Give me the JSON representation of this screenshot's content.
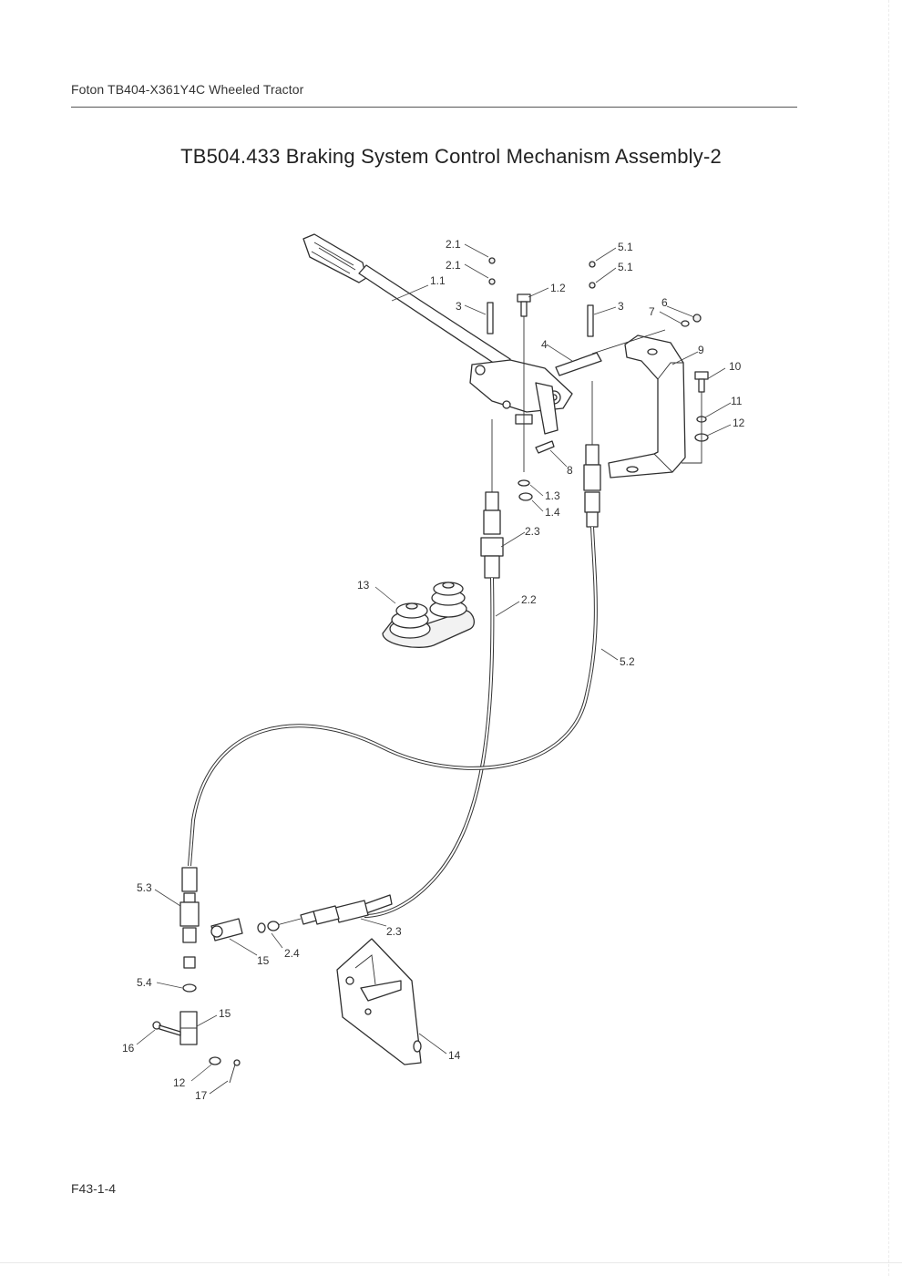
{
  "header": {
    "doc_title": "Foton TB404-X361Y4C Wheeled Tractor"
  },
  "title": "TB504.433  Braking System Control Mechanism Assembly-2",
  "footer": {
    "page_code": "F43-1-4"
  },
  "callouts": {
    "c_2_1_a": "2.1",
    "c_2_1_b": "2.1",
    "c_1_1": "1.1",
    "c_1_2": "1.2",
    "c_3_a": "3",
    "c_3_b": "3",
    "c_4": "4",
    "c_5_1_a": "5.1",
    "c_5_1_b": "5.1",
    "c_6": "6",
    "c_7": "7",
    "c_9": "9",
    "c_10": "10",
    "c_11": "11",
    "c_12_a": "12",
    "c_8": "8",
    "c_1_3": "1.3",
    "c_1_4": "1.4",
    "c_2_3_a": "2.3",
    "c_13": "13",
    "c_2_2": "2.2",
    "c_5_2": "5.2",
    "c_5_3": "5.3",
    "c_2_3_b": "2.3",
    "c_2_4": "2.4",
    "c_15_a": "15",
    "c_5_4": "5.4",
    "c_15_b": "15",
    "c_16": "16",
    "c_14": "14",
    "c_12_b": "12",
    "c_17": "17"
  }
}
